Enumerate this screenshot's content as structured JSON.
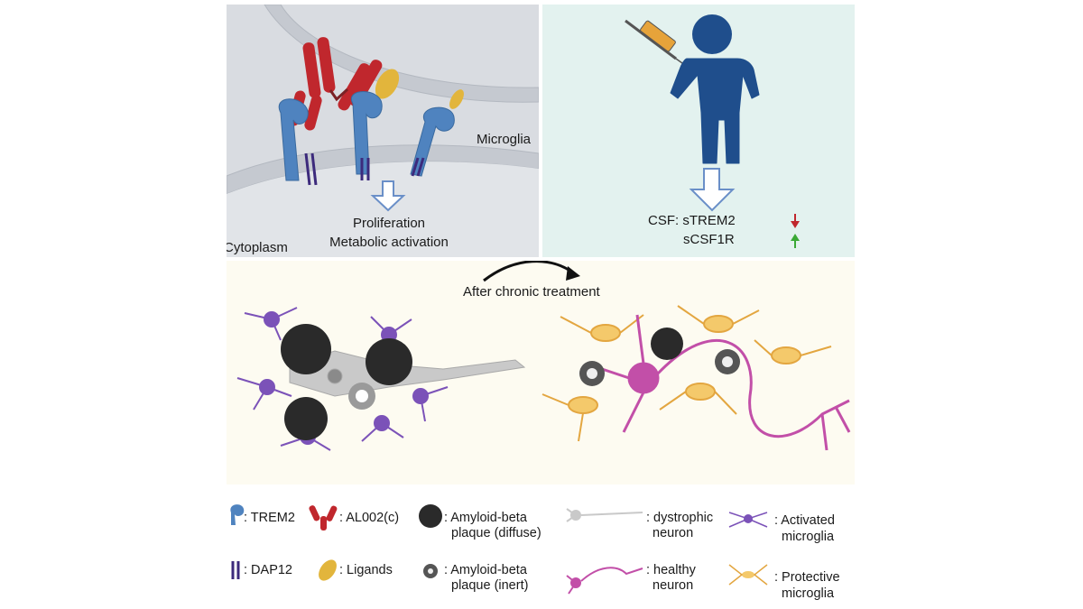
{
  "membrane_panel": {
    "label_microglia": "Microglia",
    "label_cytoplasm": "Cytoplasm",
    "outcome_line1": "Proliferation",
    "outcome_line2": "Metabolic activation"
  },
  "patient_panel": {
    "csf_line1": "CSF: sTREM2",
    "csf_line2": "sCSF1R",
    "arrow_colors": {
      "down": "#c0272d",
      "up": "#3aa935"
    }
  },
  "brain_panel": {
    "transition_label": "After chronic treatment"
  },
  "legend": {
    "trem2": ": TREM2",
    "al002": ": AL002(c)",
    "amyloid_diffuse_1": ": Amyloid-beta",
    "amyloid_diffuse_2": "plaque (diffuse)",
    "dystrophic_1": ": dystrophic",
    "dystrophic_2": "neuron",
    "activated_1": ": Activated",
    "activated_2": "microglia",
    "dap12": ": DAP12",
    "ligands": ": Ligands",
    "amyloid_inert_1": ": Amyloid-beta",
    "amyloid_inert_2": "plaque (inert)",
    "healthy_1": ": healthy",
    "healthy_2": "neuron",
    "protective_1": ": Protective",
    "protective_2": "microglia"
  },
  "colors": {
    "trem2_blue": "#4f83bf",
    "antibody_red": "#c0272d",
    "ligand_gold": "#e2b53c",
    "dap12_purple": "#3c2a7c",
    "activated_microglia": "#7b52b8",
    "protective_microglia": "#e3a640",
    "healthy_neuron": "#c24fa8",
    "dystrophic_neuron": "#c9c9c9",
    "person_blue": "#1f4e8c"
  },
  "icons": [
    "trem2-icon",
    "antibody-icon",
    "amyloid-diffuse-icon",
    "dystrophic-neuron-icon",
    "activated-microglia-icon",
    "dap12-icon",
    "ligand-icon",
    "amyloid-inert-icon",
    "healthy-neuron-icon",
    "protective-microglia-icon",
    "syringe-icon",
    "person-icon",
    "down-arrow-icon",
    "up-arrow-icon"
  ]
}
